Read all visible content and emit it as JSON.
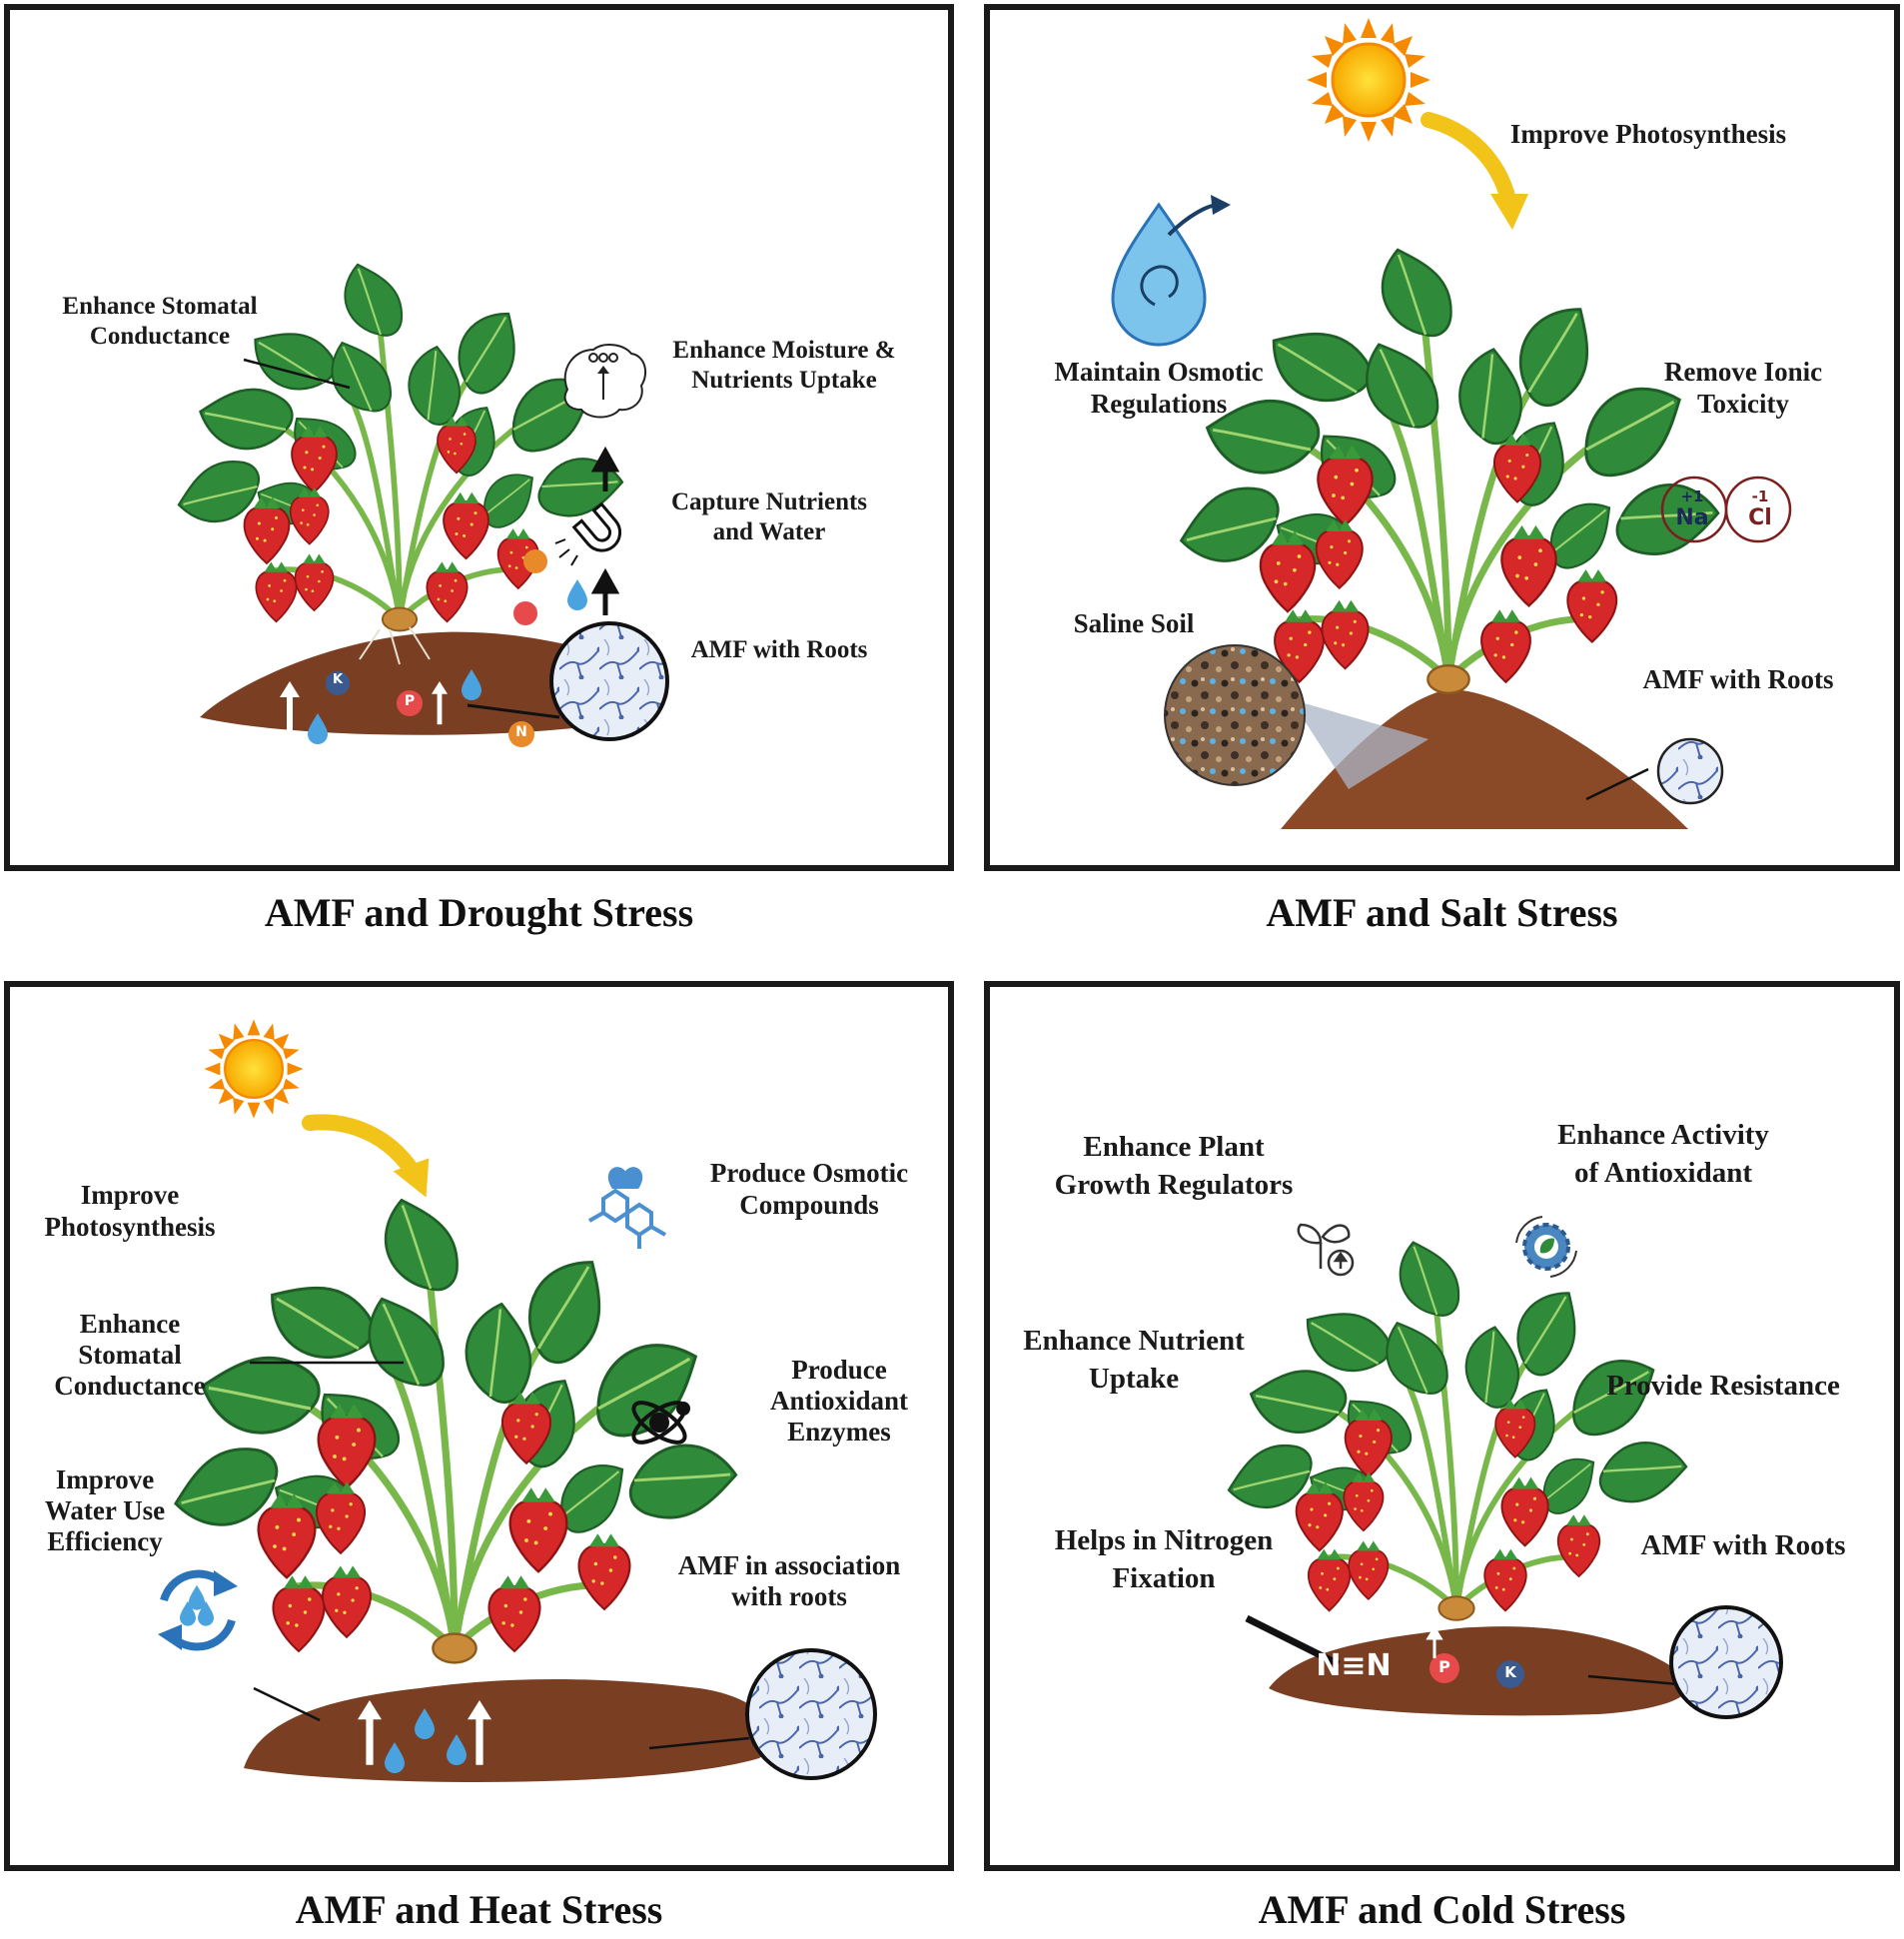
{
  "captions": {
    "drought": "AMF and Drought Stress",
    "salt": "AMF and Salt Stress",
    "heat": "AMF and Heat Stress",
    "cold": "AMF and Cold Stress"
  },
  "drought": {
    "stomatal_1": "Enhance Stomatal",
    "stomatal_2": "Conductance",
    "moisture_1": "Enhance Moisture &",
    "moisture_2": "Nutrients Uptake",
    "capture_1": "Capture Nutrients",
    "capture_2": "and Water",
    "amf": "AMF with Roots",
    "nutrients": {
      "k": "K",
      "p": "P",
      "n": "N"
    }
  },
  "salt": {
    "photo": "Improve Photosynthesis",
    "osmotic_1": "Maintain Osmotic",
    "osmotic_2": "Regulations",
    "ionic_1": "Remove Ionic",
    "ionic_2": "Toxicity",
    "soil": "Saline Soil",
    "amf": "AMF with Roots",
    "ions": {
      "na": "Na",
      "na_charge": "+1",
      "cl": "Cl",
      "cl_charge": "-1"
    }
  },
  "heat": {
    "photo_1": "Improve",
    "photo_2": "Photosynthesis",
    "stomatal_1": "Enhance",
    "stomatal_2": "Stomatal",
    "stomatal_3": "Conductance",
    "water_1": "Improve",
    "water_2": "Water Use",
    "water_3": "Efficiency",
    "osmotic_1": "Produce Osmotic",
    "osmotic_2": "Compounds",
    "antiox_1": "Produce",
    "antiox_2": "Antioxidant",
    "antiox_3": "Enzymes",
    "amf_1": "AMF in association",
    "amf_2": "with roots"
  },
  "cold": {
    "growth_1": "Enhance Plant",
    "growth_2": "Growth Regulators",
    "antiox_1": "Enhance Activity",
    "antiox_2": "of Antioxidant",
    "nutrient_1": "Enhance Nutrient",
    "nutrient_2": "Uptake",
    "resist": "Provide Resistance",
    "nitro_1": "Helps in Nitrogen",
    "nitro_2": "Fixation",
    "amf": "AMF with Roots",
    "nn": "N≡N",
    "nutrients": {
      "p": "P",
      "k": "K"
    }
  },
  "colors": {
    "leaf": "#2f8a3a",
    "leaf_light": "#5fb548",
    "berry": "#d62828",
    "soil": "#7a3e22",
    "sun": "#f7b500",
    "arrow": "#f2c318",
    "water": "#4aa3df",
    "icon_blue": "#2b73b8"
  }
}
